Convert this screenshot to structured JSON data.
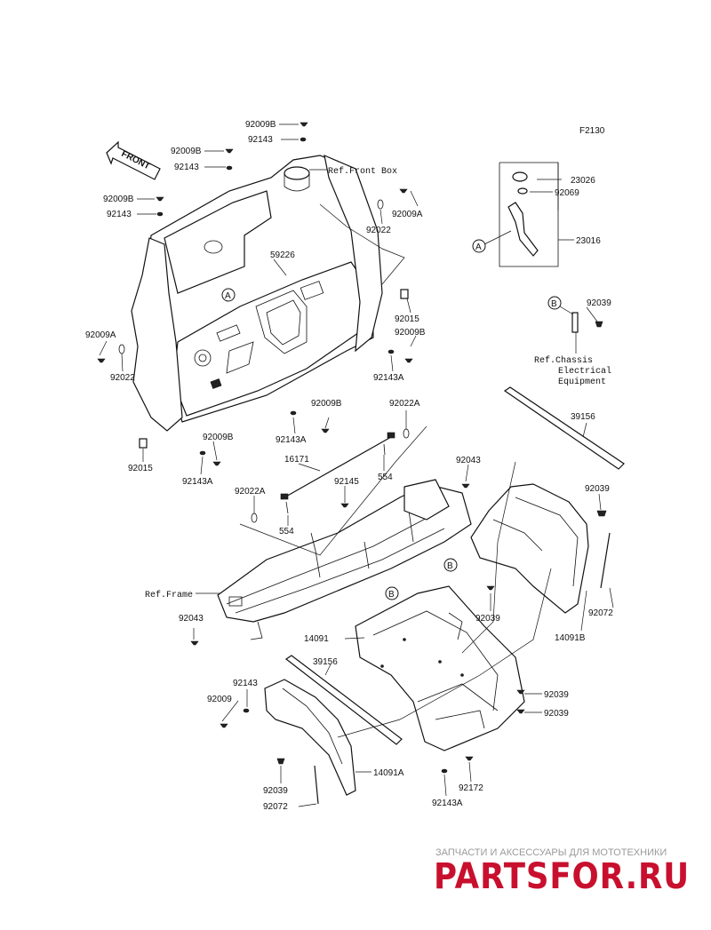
{
  "figure_id": "F2130",
  "front_arrow": "FRONT",
  "refs": {
    "front_box": "Ref.Front Box",
    "chassis_line1": "Ref.Chassis",
    "chassis_line2": "Electrical",
    "chassis_line3": "Equipment",
    "frame": "Ref.Frame"
  },
  "callouts": {
    "a": "A",
    "b": "B"
  },
  "labels": {
    "p92009B_1": "92009B",
    "p92143_1": "92143",
    "p92009B_2": "92009B",
    "p92143_2": "92143",
    "p92009B_3": "92009B",
    "p92143_3": "92143",
    "p92009A_1": "92009A",
    "p92022_1": "92022",
    "p59226": "59226",
    "p92015_1": "92015",
    "p92009B_4": "92009B",
    "p92143A_1": "92143A",
    "p92009A_2": "92009A",
    "p92022_2": "92022",
    "p92009B_5": "92009B",
    "p92143A_2": "92143A",
    "p92022A_1": "92022A",
    "p92015_2": "92015",
    "p92009B_6": "92009B",
    "p92143A_3": "92143A",
    "p16171": "16171",
    "p554_1": "554",
    "p92043_1": "92043",
    "p92022A_2": "92022A",
    "p92145": "92145",
    "p554_2": "554",
    "p23026": "23026",
    "p92069": "92069",
    "p23016": "23016",
    "p92039_1": "92039",
    "p39156_1": "39156",
    "p92039_2": "92039",
    "p92072_1": "92072",
    "p14091B": "14091B",
    "p92043_2": "92043",
    "p14091": "14091",
    "p92039_3": "92039",
    "p39156_2": "39156",
    "p92143_4": "92143",
    "p92009": "92009",
    "p92039_4": "92039",
    "p92039_5": "92039",
    "p14091A": "14091A",
    "p92039_6": "92039",
    "p92072_2": "92072",
    "p92172": "92172",
    "p92143A_4": "92143A"
  },
  "watermark": {
    "top": "ЗАПЧАСТИ И АКСЕССУАРЫ ДЛЯ МОТОТЕХНИКИ",
    "brand": "PARTSFOR.RU"
  },
  "colors": {
    "line": "#111111",
    "background": "#ffffff",
    "watermark_red": "#c8102e",
    "watermark_gray": "#9a9a9a"
  }
}
